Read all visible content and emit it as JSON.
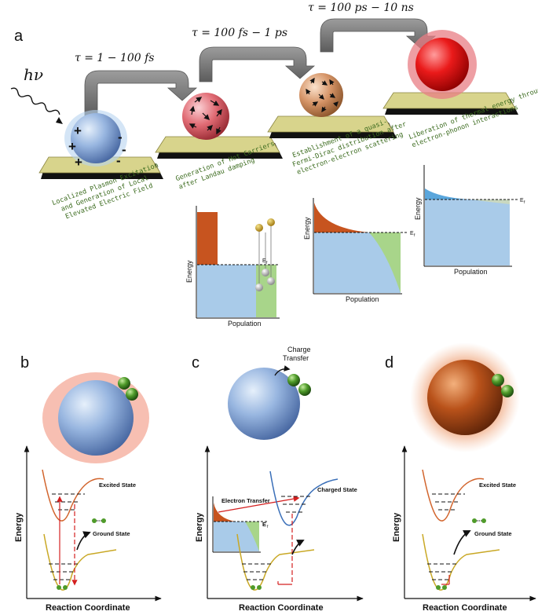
{
  "panels": {
    "a": "a",
    "b": "b",
    "c": "c",
    "d": "d"
  },
  "photon": "hν",
  "tau": {
    "t1": "τ = 1 − 100 fs",
    "t2": "τ = 100 fs − 1 ps",
    "t3": "τ = 100 ps − 10 ns"
  },
  "captions": {
    "s1": [
      "Localized Plasmon Excitation",
      "and Generation of Local",
      "Elevated Electric Field"
    ],
    "s2": [
      "Generation of Hot Carriers",
      "after Landau damping"
    ],
    "s3": [
      "Establishment of a quasi-",
      "Fermi-Dirac distribution after",
      "electron-electron scattering"
    ],
    "s4": [
      "Liberation of thermal energy through",
      "electron-phonon interactions"
    ]
  },
  "plots": {
    "energy": "Energy",
    "population": "Population",
    "fermi": "E",
    "fermi_sub": "f"
  },
  "bottom": {
    "energy": "Energy",
    "reaction_coordinate": "Reaction Coordinate",
    "excited_state": "Excited State",
    "ground_state": "Ground State",
    "charged_state": "Charged State",
    "charge_transfer": [
      "Charge",
      "Transfer"
    ],
    "electron_transfer": "Electron Transfer",
    "fermi": "E",
    "fermi_sub": "f"
  },
  "colors": {
    "blue_fill": "#a9cbe9",
    "orange_fill": "#c7541f",
    "green_fill": "#a8d58a",
    "excited_curve": "#d2642c",
    "ground_curve": "#c9a825",
    "charged_curve": "#3a6fb8",
    "arrow_red": "#d42020",
    "caption_green": "#3b6b1e"
  }
}
